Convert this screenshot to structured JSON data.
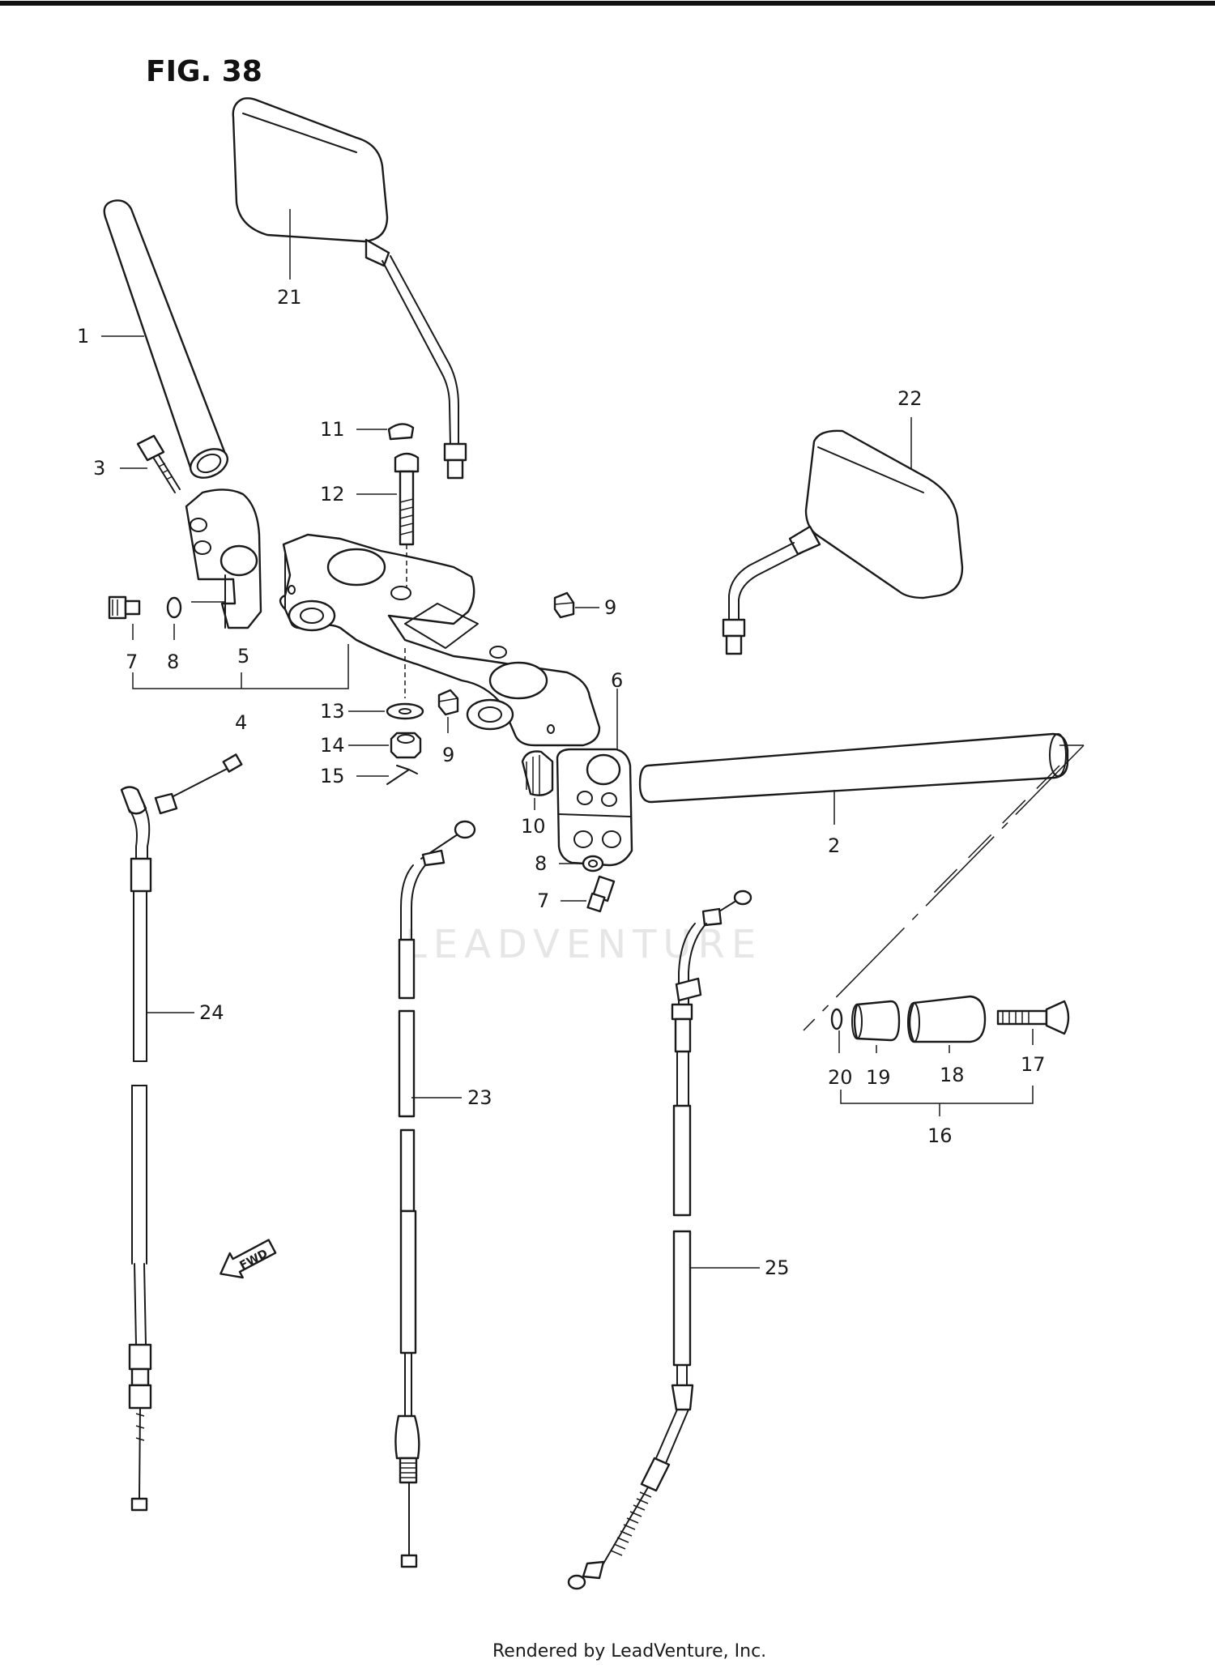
{
  "title": "FIG. 38",
  "watermark": "LEADVENTURE",
  "fwd_label": "FWD",
  "footer": "Rendered by LeadVenture, Inc.",
  "callouts": {
    "c1": "1",
    "c2": "2",
    "c3": "3",
    "c4": "4",
    "c5": "5",
    "c6": "6",
    "c7a": "7",
    "c7b": "7",
    "c8a": "8",
    "c8b": "8",
    "c9a": "9",
    "c9b": "9",
    "c10": "10",
    "c11": "11",
    "c12": "12",
    "c13": "13",
    "c14": "14",
    "c15": "15",
    "c16": "16",
    "c17": "17",
    "c18": "18",
    "c19": "19",
    "c20": "20",
    "c21": "21",
    "c22": "22",
    "c23": "23",
    "c24": "24",
    "c25": "25"
  }
}
